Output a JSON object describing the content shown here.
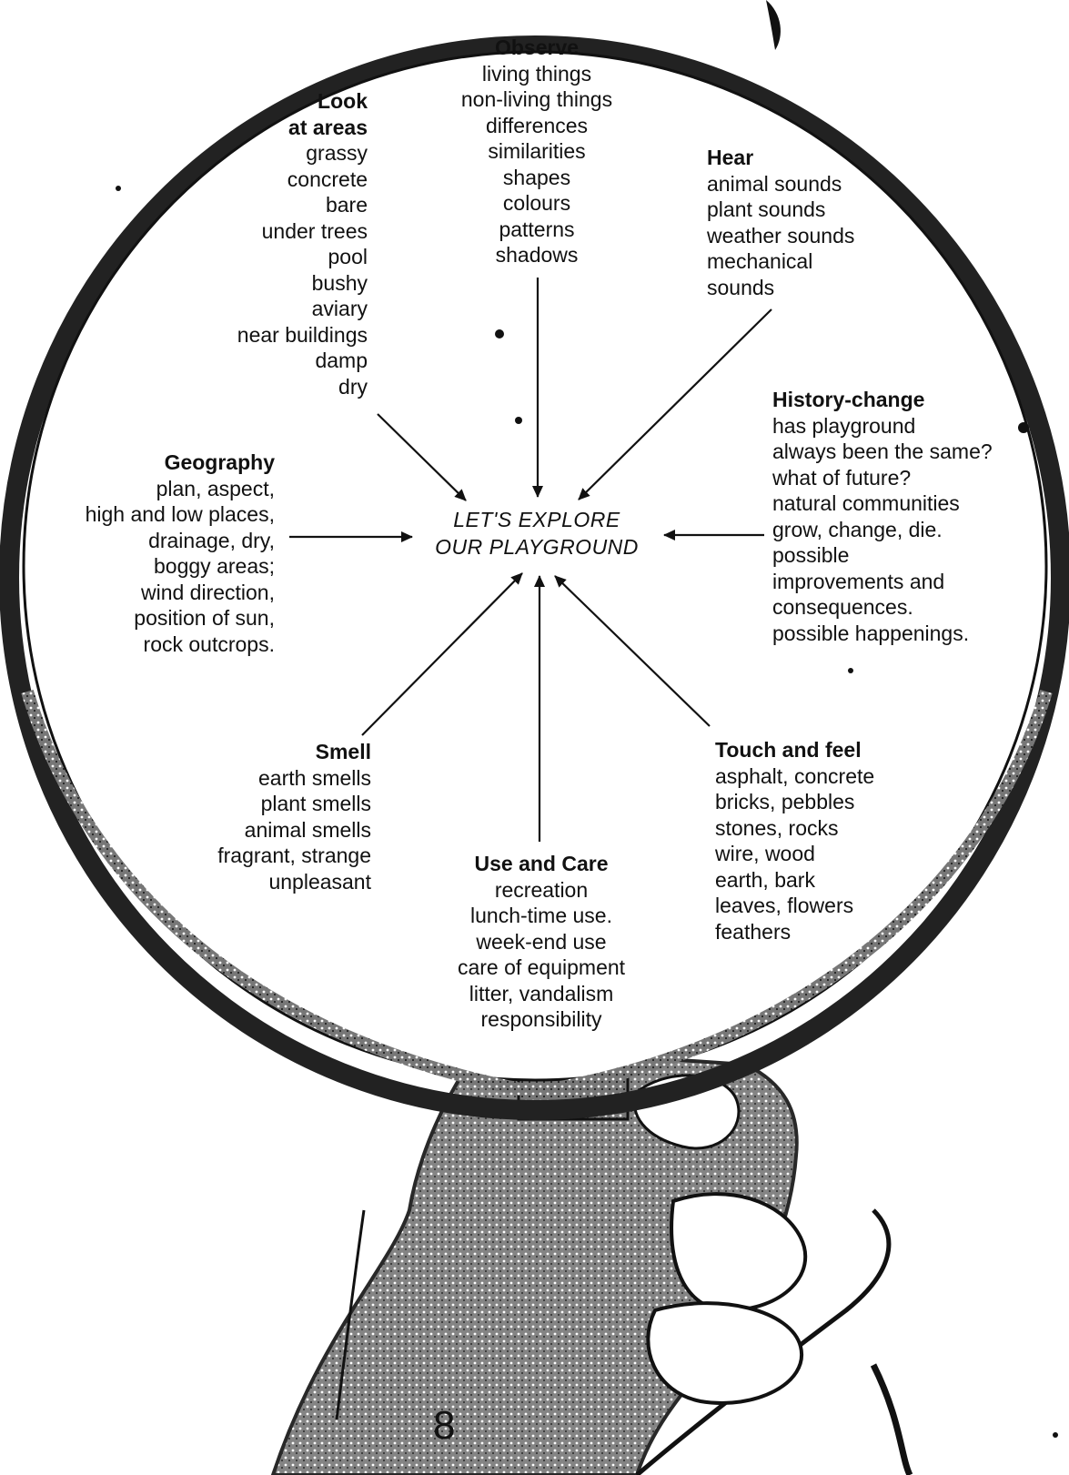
{
  "center": {
    "line1": "LET'S EXPLORE",
    "line2": "OUR PLAYGROUND"
  },
  "observe": {
    "heading": "Observe",
    "items": [
      "living things",
      "non-living things",
      "differences",
      "similarities",
      "shapes",
      "colours",
      "patterns",
      "shadows"
    ]
  },
  "look": {
    "heading1": "Look",
    "heading2": "at areas",
    "items": [
      "grassy",
      "concrete",
      "bare",
      "under trees",
      "pool",
      "bushy",
      "aviary",
      "near buildings",
      "damp",
      "dry"
    ]
  },
  "hear": {
    "heading": "Hear",
    "items": [
      "animal sounds",
      "plant sounds",
      "weather sounds",
      "mechanical",
      "sounds"
    ]
  },
  "history": {
    "heading": "History-change",
    "items": [
      "has playground",
      "always been the same?",
      "what of future?",
      "natural communities",
      "grow, change, die.",
      "possible",
      "improvements and",
      "consequences.",
      "possible happenings."
    ]
  },
  "geography": {
    "heading": "Geography",
    "items": [
      "plan, aspect,",
      "high and low places,",
      "drainage, dry,",
      "boggy areas;",
      "wind direction,",
      "position of sun,",
      "rock outcrops."
    ]
  },
  "smell": {
    "heading": "Smell",
    "items": [
      "earth smells",
      "plant smells",
      "animal smells",
      "fragrant, strange",
      "unpleasant"
    ]
  },
  "use_care": {
    "heading": "Use and Care",
    "items": [
      "recreation",
      "lunch-time use.",
      "week-end use",
      "care of equipment",
      "litter, vandalism",
      "responsibility"
    ]
  },
  "touch": {
    "heading": "Touch and feel",
    "items": [
      "asphalt, concrete",
      "bricks, pebbles",
      "stones, rocks",
      "wire, wood",
      "earth, bark",
      "leaves, flowers",
      "feathers"
    ]
  },
  "page_number": "8",
  "colors": {
    "ink": "#111111",
    "paper": "#ffffff",
    "rim_shade": "#555555"
  }
}
